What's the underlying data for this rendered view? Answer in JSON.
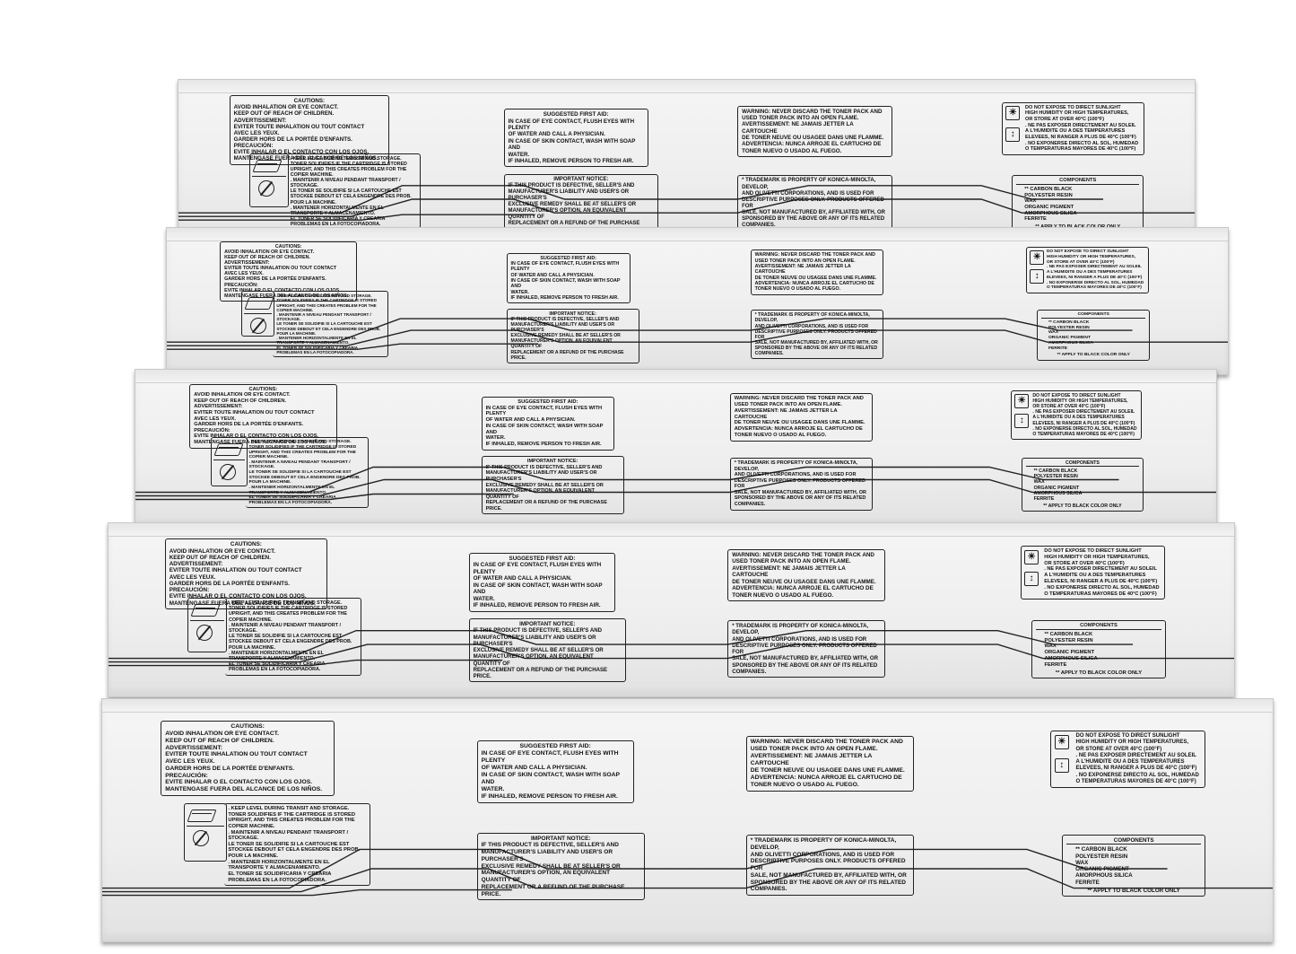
{
  "photo": {
    "subject": "Five white toner cartridge boxes stacked",
    "colors": {
      "background": "#ffffff",
      "box": "#f0f0f0",
      "ink": "#1a1a1a"
    }
  },
  "label_text": {
    "cautions": [
      "CAUTIONS:",
      "AVOID INHALATION OR EYE CONTACT.",
      "KEEP OUT OF REACH OF CHILDREN.",
      "ADVERTISSEMENT:",
      "EVITER TOUTE INHALATION OU TOUT CONTACT",
      "AVEC LES YEUX.",
      "GARDER HORS DE LA PORTÉE D'ENFANTS.",
      "PRECAUCIÓN:",
      "EVITE INHALAR O EL CONTACTO CON LOS OJOS.",
      "MANTENGASE FUERA DEL ALCANCE DE LOS NIÑOS."
    ],
    "transit": [
      ". KEEP LEVEL DURING TRANSIT AND STORAGE.",
      "TONER SOLIDIFIES IF THE CARTRIDGE IS STORED",
      "UPRIGHT, AND THIS CREATES PROBLEM FOR THE",
      "COPIER MACHINE.",
      ". MAINTENIR A NIVEAU PENDANT TRANSPORT /",
      "STOCKAGE.",
      "LE TONER SE SOLIDIFIE SI LA CARTOUCHE EST",
      "STOCKEE DEBOUT ET CELA ENGENDRE DES PROB.",
      "POUR LA MACHINE.",
      ". MANTENER HORIZONTALMENTE EN EL",
      "TRANSPORTE Y ALMACENAMIENTO.",
      "EL TONER SE SOLIDIFICARIA Y CREARIA",
      "PROBLEMAS EN LA FOTOCOPIADORA."
    ],
    "first_aid": [
      "SUGGESTED FIRST AID:",
      "IN CASE OF EYE CONTACT, FLUSH EYES WITH PLENTY",
      "OF WATER AND CALL A PHYSICIAN.",
      "IN CASE OF SKIN CONTACT, WASH WITH SOAP AND",
      "WATER.",
      "IF INHALED, REMOVE PERSON TO FRESH AIR."
    ],
    "notice": [
      "IMPORTANT NOTICE:",
      "IF THIS PRODUCT IS DEFECTIVE, SELLER'S AND",
      "MANUFACTURER'S LIABILITY AND USER'S OR PURCHASER'S",
      "EXCLUSIVE REMEDY SHALL BE AT SELLER'S OR",
      "MANUFACTURER'S OPTION, AN EQUIVALENT QUANTITY OF",
      "REPLACEMENT OR A REFUND OF THE PURCHASE PRICE."
    ],
    "warning": [
      "WARNING: NEVER DISCARD THE TONER PACK AND",
      "USED TONER PACK INTO AN OPEN FLAME.",
      "AVERTISSEMENT: NE JAMAIS JETTER LA CARTOUCHE",
      "DE TONER NEUVE OU USAGEE DANS UNE FLAMME.",
      "ADVERTENCIA: NUNCA ARROJE EL CARTUCHO DE",
      "TONER NUEVO O USADO AL FUEGO."
    ],
    "trademark": [
      "* TRADEMARK IS PROPERTY OF KONICA-MINOLTA, DEVELOP,",
      "AND OLIVETTI CORPORATIONS, AND IS USED FOR",
      "DESCRIPTIVE PURPOSES ONLY. PRODUCTS OFFERED FOR",
      "SALE, NOT MANUFACTURED BY, AFFILIATED WITH, OR",
      "SPONSORED BY THE ABOVE OR ANY OF ITS RELATED",
      "COMPANIES."
    ],
    "storage": [
      "DO NOT EXPOSE TO DIRECT SUNLIGHT",
      "HIGH HUMIDITY OR HIGH TEMPERATURES,",
      "OR STORE AT OVER 40°C (100°F)",
      ". NE PAS EXPOSER DIRECTEMENT AU SOLEIL",
      "A L'HUMIDITE OU A DES TEMPERATURES",
      "ELEVEES, NI RANGER A PLUS DE 40°C (100°F)",
      ". NO EXPONERSE DIRECTO AL SOL, HUMEDAD",
      "O TEMPERATURAS MAYORES DE 40°C (100°F)"
    ],
    "components_title": "COMPONENTS",
    "components": [
      "** CARBON BLACK",
      "POLYESTER RESIN",
      "WAX",
      "ORGANIC PIGMENT",
      "AMORPHOUS SILICA",
      "FERRITE"
    ],
    "components_note": "** APPLY TO BLACK COLOR ONLY"
  },
  "icons": {
    "sun": "sun-icon",
    "thermometer": "thermometer-icon",
    "crate": "crate-icon",
    "no_flame": "no-flame-icon"
  }
}
